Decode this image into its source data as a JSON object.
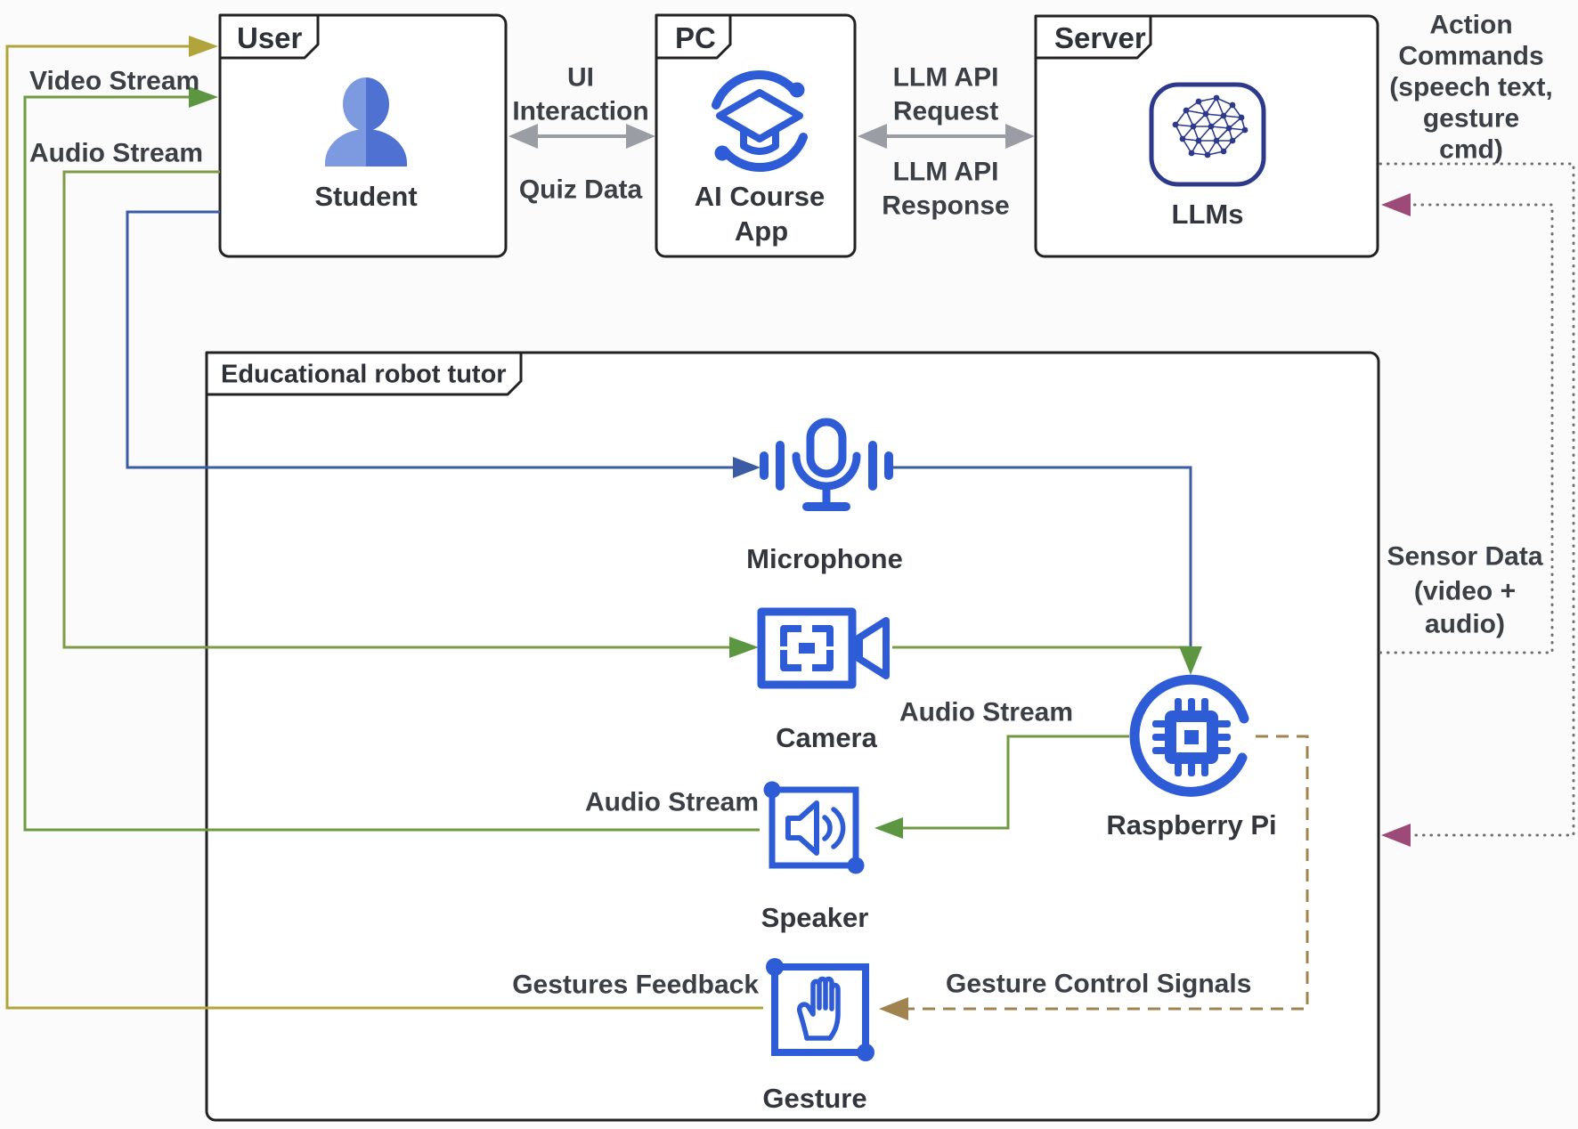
{
  "diagram": {
    "title_implicit": "Educational robot tutor system architecture",
    "boxes": {
      "user": {
        "tab": "User",
        "caption": "Student"
      },
      "pc": {
        "tab": "PC",
        "caption": [
          "AI Course",
          "App"
        ]
      },
      "server": {
        "tab": "Server",
        "caption": "LLMs"
      },
      "robot": {
        "tab": "Educational robot tutor"
      }
    },
    "components": {
      "microphone": "Microphone",
      "camera": "Camera",
      "speaker": "Speaker",
      "gesture": "Gesture",
      "raspberry_pi": "Raspberry Pi"
    },
    "flow_labels": {
      "video_stream": "Video Stream",
      "audio_stream_user": "Audio Stream",
      "ui_interaction": [
        "UI",
        "Interaction"
      ],
      "quiz_data": "Quiz Data",
      "llm_api_request": [
        "LLM API",
        "Request"
      ],
      "llm_api_response": [
        "LLM API",
        "Response"
      ],
      "action_commands": [
        "Action",
        "Commands",
        "(speech text,",
        "gesture",
        "cmd)"
      ],
      "sensor_data": [
        "Sensor Data",
        "(video +",
        "audio)"
      ],
      "audio_stream_pi": "Audio Stream",
      "audio_stream_speaker": "Audio Stream",
      "gestures_feedback": "Gestures Feedback",
      "gesture_control_signals": "Gesture Control Signals"
    },
    "colors": {
      "icon_blue": "#2e5cd6",
      "line_blue": "#3b5ba5",
      "olive": "#b0a43a",
      "green": "#5c9640",
      "olive_green": "#7f9b47",
      "tan_dashed": "#a0834f",
      "purple_arrow": "#9c4a78",
      "gray_arrow": "#9a9ea4",
      "dotted_gray": "#6f6f6f",
      "box_border": "#222222",
      "text": "#3b3f46",
      "llm_navy": "#2d3a8c"
    }
  }
}
